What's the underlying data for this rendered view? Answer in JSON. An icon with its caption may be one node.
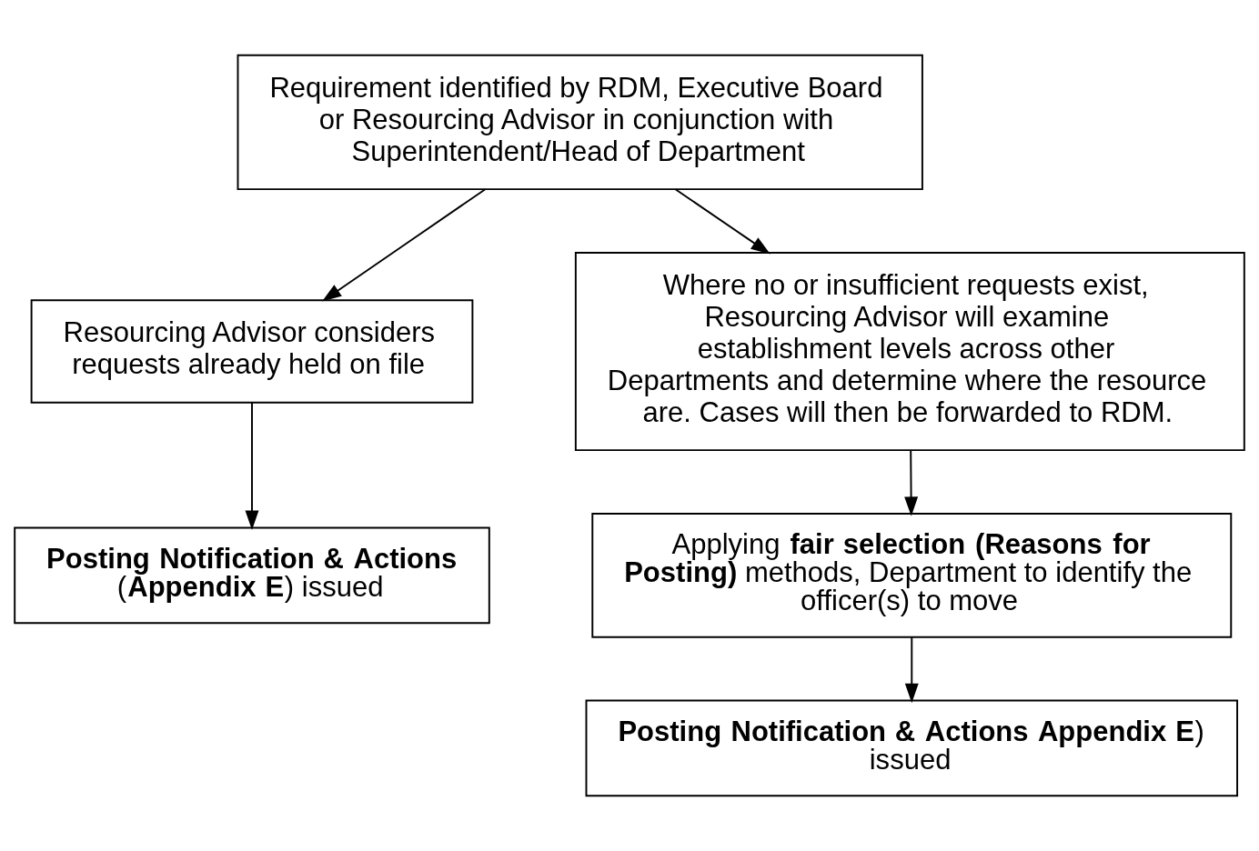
{
  "diagram": {
    "nodes": [
      {
        "text": [
          "Requirement identified by RDM, Executive Board or Resourcing Advisor in conjunction with Superintendent/Head of Department"
        ]
      },
      {
        "text": [
          "Resourcing Advisor considers requests already held on file"
        ]
      },
      {
        "text": [
          "Where no or insufficient requests exist, Resourcing Advisor will examine establishment levels across other Departments and determine where the resource are. Cases will then be forwarded to RDM."
        ]
      },
      {
        "text": [
          "**Posting Notification & Actions** (**Appendix E**) issued"
        ]
      },
      {
        "text": [
          "Applying **fair selection (Reasons for Posting)** methods, Department to identify the officer(s) to move"
        ]
      },
      {
        "text": [
          "**Posting Notification & Actions Appendix E**) issued"
        ]
      }
    ],
    "edges": [
      {
        "from": 0,
        "to": 1,
        "arrow": "to"
      },
      {
        "from": 0,
        "to": 2,
        "arrow": "to"
      },
      {
        "from": 1,
        "to": 3,
        "arrow": "to"
      },
      {
        "from": 2,
        "to": 4,
        "arrow": "to"
      },
      {
        "from": 4,
        "to": 5,
        "arrow": "to"
      }
    ]
  }
}
